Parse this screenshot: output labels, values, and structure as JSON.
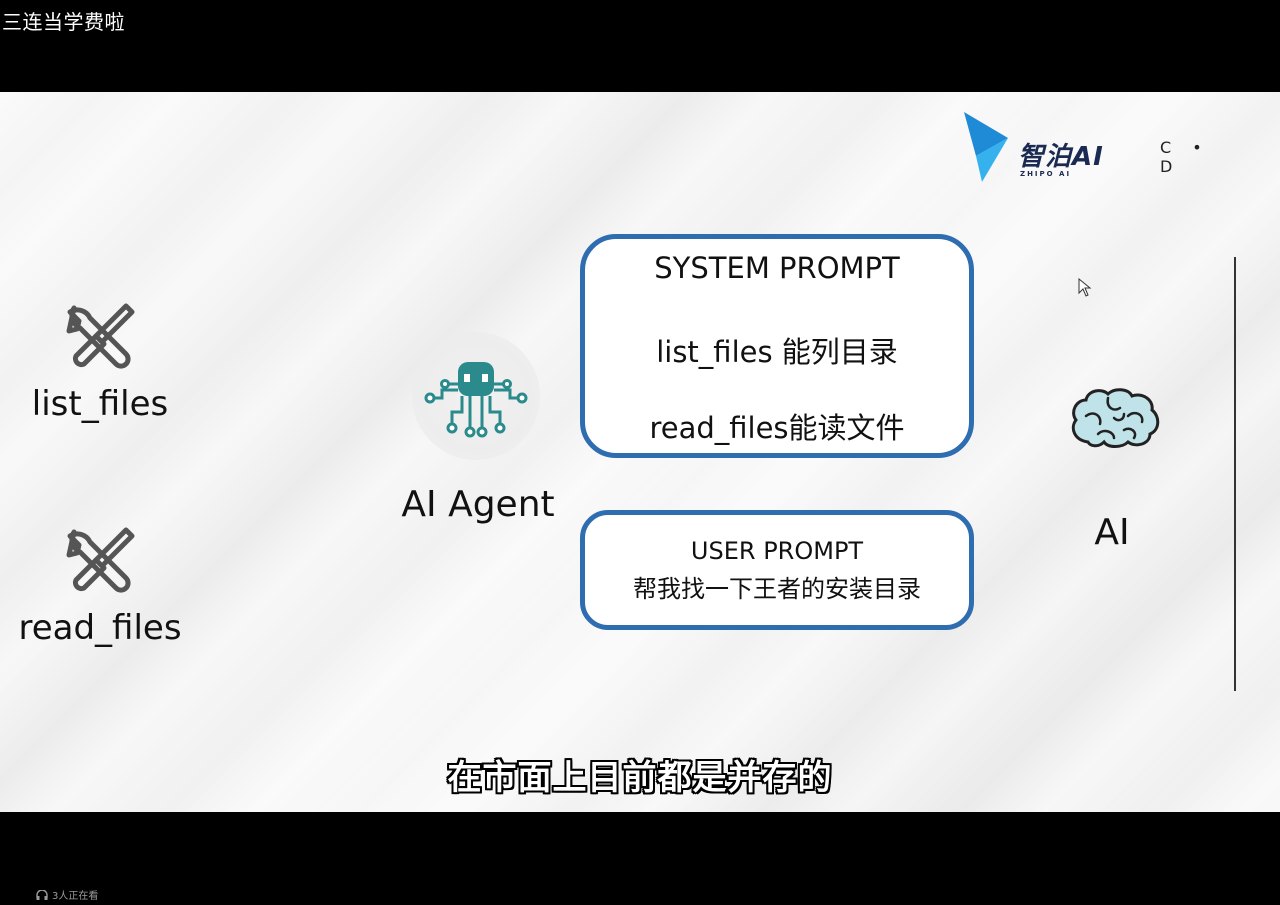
{
  "video": {
    "title": "三连当学费啦"
  },
  "logo": {
    "name": "智泊AI",
    "sub": "ZHIPO AI",
    "marks": "C • D"
  },
  "tools": [
    {
      "label": "list_files",
      "icon": "wrench-screwdriver-icon"
    },
    {
      "label": "read_files",
      "icon": "wrench-screwdriver-icon"
    }
  ],
  "agent": {
    "label": "AI Agent",
    "icon": "robot-octopus-icon",
    "icon_color": "#2a8a8c"
  },
  "system_prompt": {
    "title": "SYSTEM PROMPT",
    "line1": "list_files 能列目录",
    "line2": "read_files能读文件"
  },
  "user_prompt": {
    "title": "USER PROMPT",
    "text": "帮我找一下王者的安装目录"
  },
  "ai": {
    "label": "AI",
    "icon": "brain-icon",
    "icon_color": "#bfe3e8"
  },
  "subtitle": "在市面上目前都是并存的",
  "footer": {
    "viewers": "3人正在看",
    "icon": "headphones-icon"
  },
  "colors": {
    "box_border": "#2f6db1",
    "logo_blue": "#1f8ad6"
  }
}
